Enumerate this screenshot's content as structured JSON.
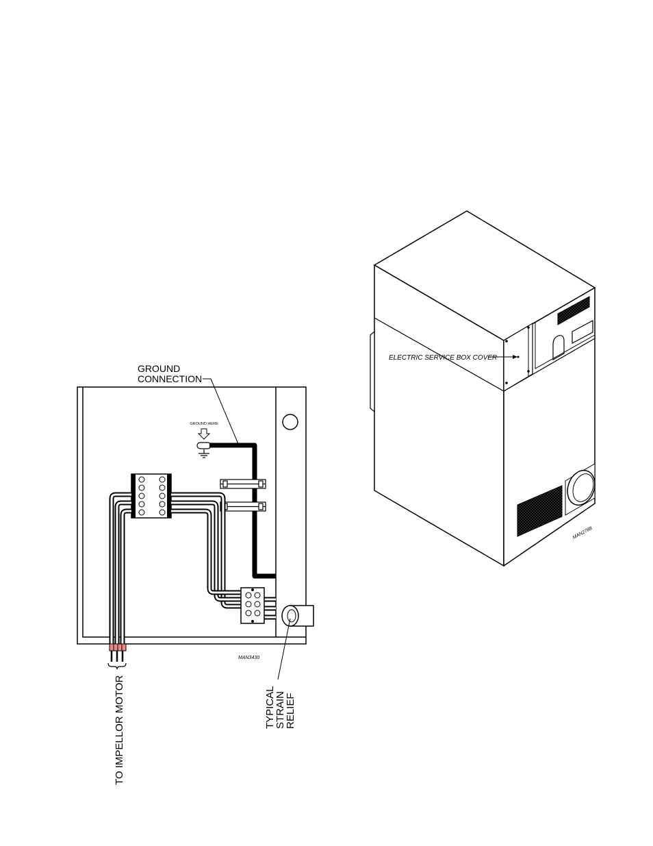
{
  "wiring": {
    "ground_connection": [
      "GROUND",
      "CONNECTION"
    ],
    "ground_here": "GROUND HERE",
    "strain_relief": [
      "TYPICAL",
      "STRAIN",
      "RELIEF"
    ],
    "impellor_motor": "TO IMPELLOR MOTOR",
    "drawing_number": "MAN3430"
  },
  "cabinet": {
    "service_box_cover": "ELECTRIC SERVICE BOX COVER",
    "drawing_number": "MAN2788"
  }
}
